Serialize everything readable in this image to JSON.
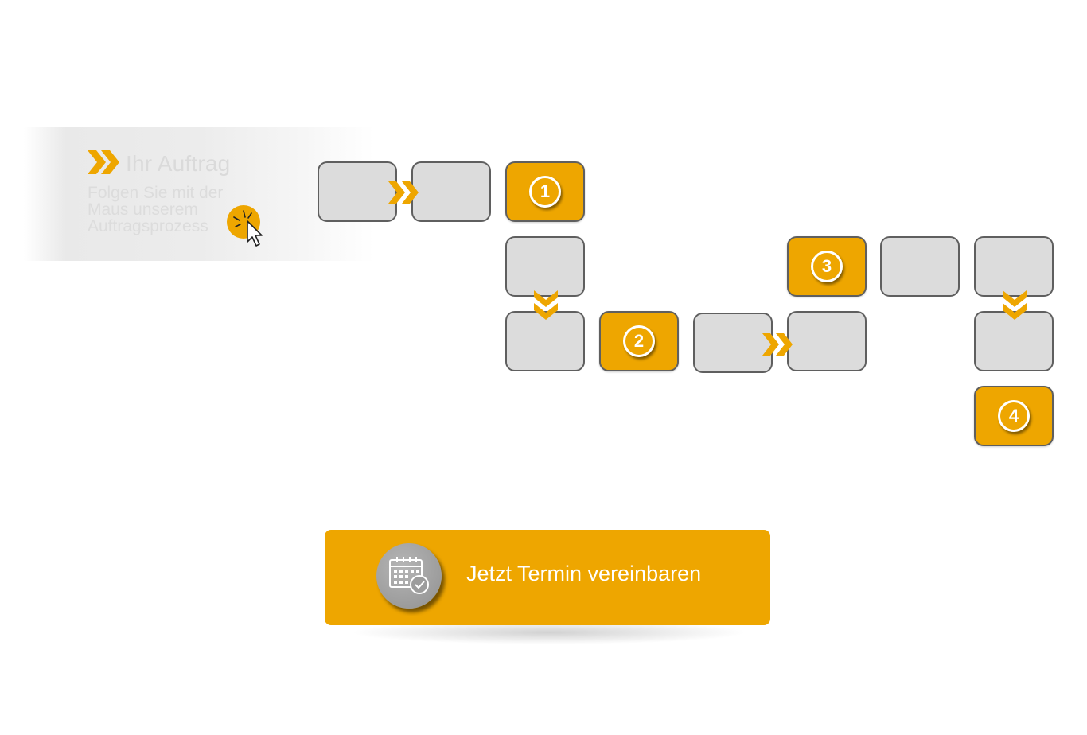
{
  "intro": {
    "title": "Ihr Auftrag",
    "text": "Folgen Sie mit der Maus unserem Auftragsprozess",
    "title_icon": "double-chevron-right-icon",
    "cursor_icon": "pointer-click-icon"
  },
  "process": {
    "steps": [
      {
        "number": "1"
      },
      {
        "number": "2"
      },
      {
        "number": "3"
      },
      {
        "number": "4"
      }
    ],
    "connector_icon": "double-chevron-icon"
  },
  "cta": {
    "label": "Jetzt Termin vereinbaren",
    "icon": "calendar-check-icon"
  },
  "colors": {
    "accent": "#eea600",
    "tile": "#dcdcdc",
    "tile_border": "#5f5f5f",
    "icon_circle": "#9c9c9c",
    "intro_text": "#dadada"
  }
}
